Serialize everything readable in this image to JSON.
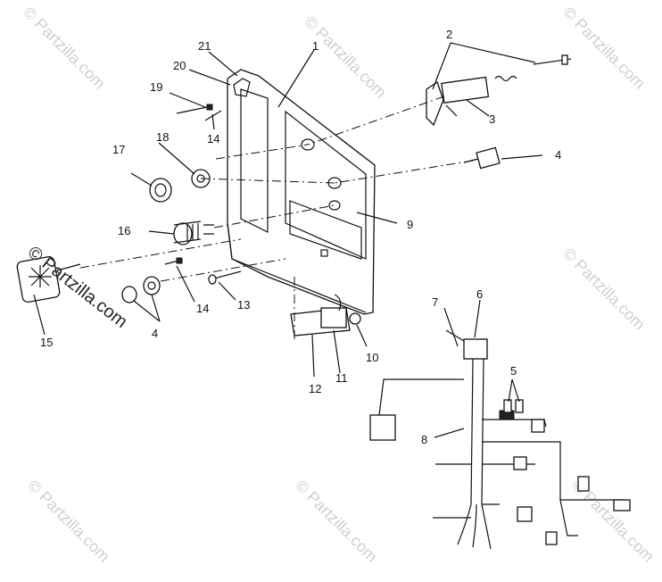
{
  "callouts": {
    "c1": "1",
    "c2": "2",
    "c3": "3",
    "c4a": "4",
    "c4b": "4",
    "c5": "5",
    "c6": "6",
    "c7": "7",
    "c8": "8",
    "c9": "9",
    "c10": "10",
    "c11": "11",
    "c12": "12",
    "c13": "13",
    "c14a": "14",
    "c14b": "14",
    "c15": "15",
    "c16": "16",
    "c17": "17",
    "c18": "18",
    "c19": "19",
    "c20": "20",
    "c21": "21"
  },
  "watermark": {
    "text": "© Partzilla.com",
    "overlay": "© Partzilla.com"
  }
}
